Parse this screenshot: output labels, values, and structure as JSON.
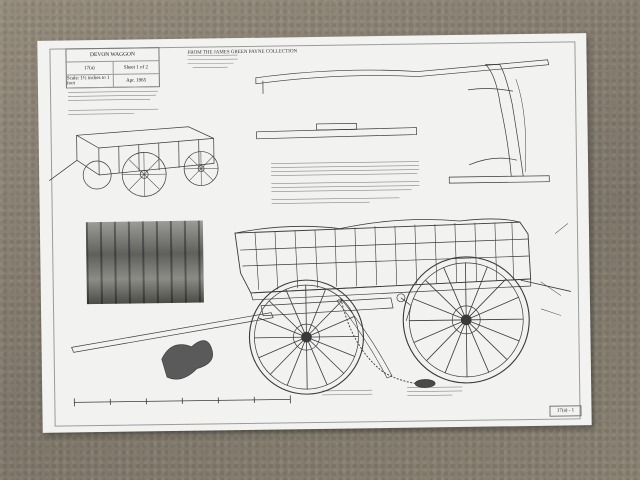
{
  "scene": {
    "title": "DEVON WAGGON",
    "sheet_label": "17(a)",
    "sheet_number": "Sheet 1 of 2",
    "scale": "Scale: 1½ inches to 1 foot",
    "date": "Apr. 1965",
    "collection_line": "FROM THE JAMES GREEN PAYNE COLLECTION",
    "corner_label": "17(a) - 1"
  },
  "elements": [
    "carpet-floor",
    "paper-sheet",
    "title-box",
    "wagon-side-elevation-drawing",
    "wagon-perspective-sketch",
    "wagon-photo",
    "shaft-detail-drawing",
    "scale-bar"
  ],
  "colors": {
    "carpet": "#8c8476",
    "paper": "#f2f3f1",
    "ink": "#3a3a3a"
  }
}
